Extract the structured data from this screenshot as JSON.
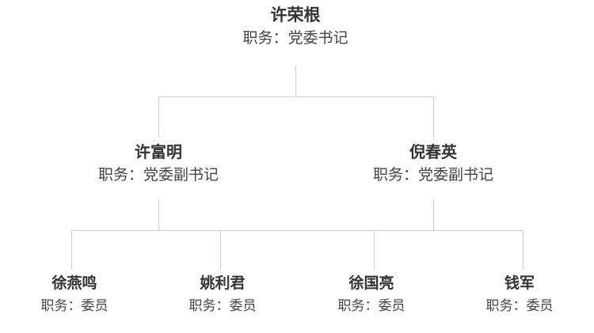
{
  "chart": {
    "title_label": "职务",
    "separator": "：",
    "line_color": "#d0d0d0",
    "name_color": "#333333",
    "title_color": "#444444"
  },
  "levels": {
    "root": {
      "name": "许荣根",
      "title": "职务：党委书记"
    },
    "level2": [
      {
        "name": "许富明",
        "title": "职务：党委副书记"
      },
      {
        "name": "倪春英",
        "title": "职务：党委副书记"
      }
    ],
    "level3": [
      {
        "name": "徐燕鸣",
        "title": "职务：委员"
      },
      {
        "name": "姚利君",
        "title": "职务：委员"
      },
      {
        "name": "徐国亮",
        "title": "职务：委员"
      },
      {
        "name": "钱军",
        "title": "职务：委员"
      }
    ]
  }
}
